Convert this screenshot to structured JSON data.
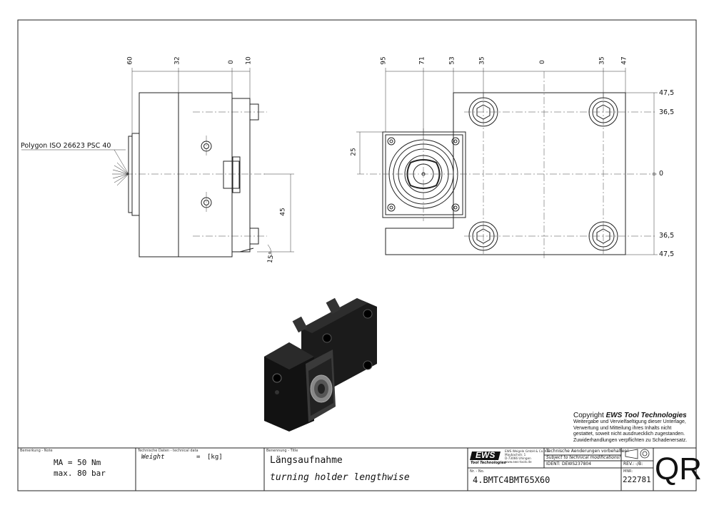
{
  "side_view": {
    "polygon_label": "Polygon ISO 26623 PSC 40",
    "dims_top": [
      "60",
      "32",
      "0",
      "10"
    ],
    "dim_45": "45",
    "angle": "15°"
  },
  "front_view": {
    "dims_top": [
      "95",
      "71",
      "53",
      "35",
      "0",
      "35",
      "47"
    ],
    "dims_right": [
      "47,5",
      "36,5",
      "0",
      "36,5",
      "47,5"
    ],
    "dim_25": "25"
  },
  "copyright": {
    "title_prefix": "Copyright ",
    "brand": "EWS",
    "title_suffix": " Tool Technologies",
    "lines": [
      "Weitergabe und Vervielfaeltigung dieser Unterlage,",
      "Verwertung und Mitteilung ihres Inhalts nicht",
      "gestattet, soweit nicht ausdruecklich zugestanden.",
      "Zuwiderhandlungen verpflichten zu Schadenersatz."
    ]
  },
  "title_block": {
    "note_label": "Bemerkung - Note",
    "note_lines": [
      "MA = 50 Nm",
      "max. 80 bar"
    ],
    "techdata_label": "Technische Daten - technical data",
    "weight_label": "Weight",
    "weight_eq": "=",
    "weight_unit": "[kg]",
    "title_label": "Benennung - Title",
    "title_de": "Längsaufnahme",
    "title_en": "turning holder lengthwise",
    "logo_text": "EWS",
    "logo_sub": "Tool Technologies",
    "company_lines": [
      "EWS Weigele GmbH & Co. KG",
      "Maybachstr. 1",
      "D-73066 Uhingen",
      "www.ews-tools.de"
    ],
    "changes_de": "Technische Aenderungen vorbehalten!",
    "changes_en": "Subject to technical modifications!",
    "ident_label": "IDENT:",
    "ident_value": "DEWS237804",
    "rev_label": "REV.:",
    "rev_value": "-/B:",
    "nr_label": "Nr. - No.",
    "part_number": "4.BMTC4BMT65X60",
    "mnr_label": "MNR:",
    "mnr_value": "222781",
    "qr": "QR"
  }
}
